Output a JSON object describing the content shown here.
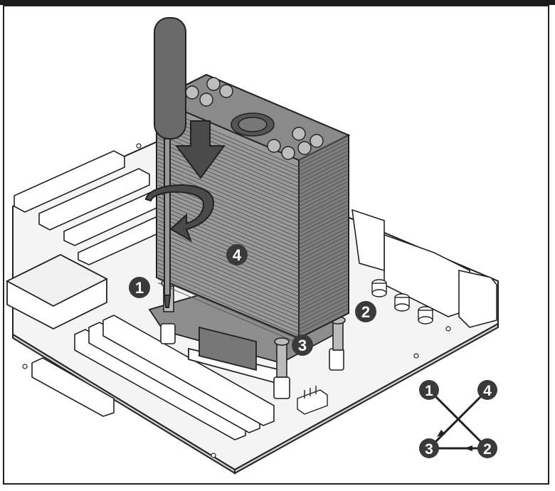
{
  "figure": {
    "callouts": [
      {
        "id": "callout-1",
        "label": "1"
      },
      {
        "id": "callout-2",
        "label": "2"
      },
      {
        "id": "callout-3",
        "label": "3"
      },
      {
        "id": "callout-4",
        "label": "4"
      }
    ],
    "sequence": {
      "nodes": [
        {
          "id": "seq-node-1",
          "label": "1"
        },
        {
          "id": "seq-node-4",
          "label": "4"
        },
        {
          "id": "seq-node-3",
          "label": "3"
        },
        {
          "id": "seq-node-2",
          "label": "2"
        }
      ],
      "order": [
        "1",
        "2",
        "3",
        "4"
      ]
    },
    "icons": [
      "screwdriver-icon",
      "push-down-arrow-icon",
      "rotate-clockwise-arrow-icon"
    ],
    "colors": {
      "line": "#222222",
      "callout_fill": "#3a3a3a",
      "callout_text": "#ffffff",
      "heatsink_fill": "#9a9a9a",
      "board_fill": "#f4f4f4"
    }
  }
}
